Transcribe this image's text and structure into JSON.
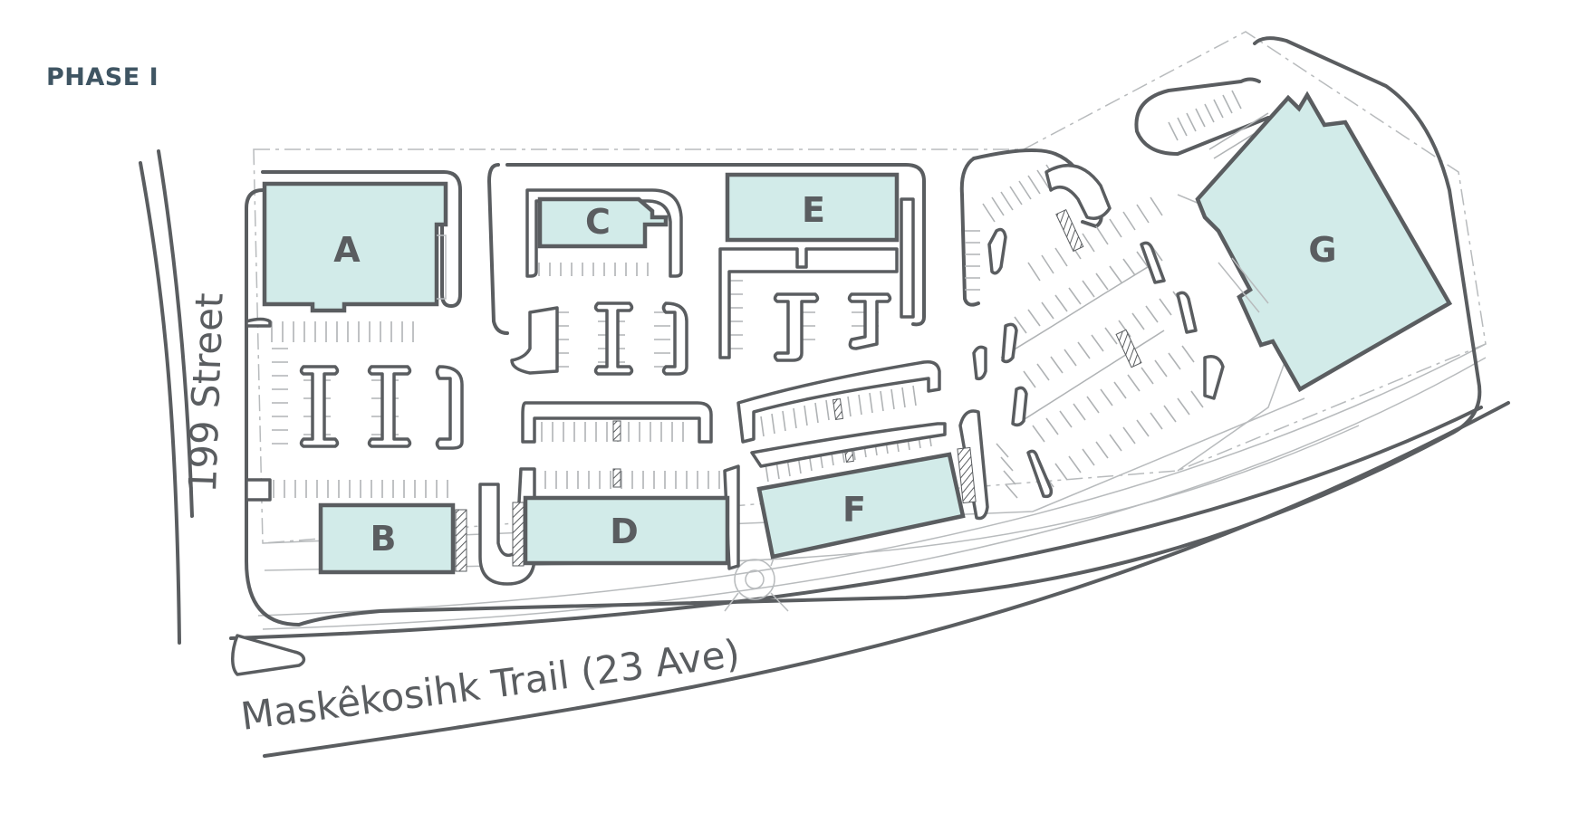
{
  "title": "PHASE I",
  "colors": {
    "title": "#3f5563",
    "building_fill": "#d2ebe9",
    "outline": "#5a5d60"
  },
  "buildings": {
    "a": "A",
    "b": "B",
    "c": "C",
    "d": "D",
    "e": "E",
    "f": "F",
    "g": "G"
  },
  "roads": {
    "west": "199 Street",
    "south": "Maskêkosihk Trail (23 Ave)"
  }
}
